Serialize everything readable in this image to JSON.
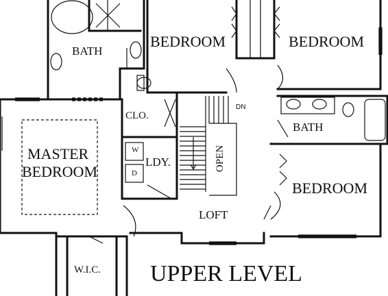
{
  "rooms": {
    "bath_top": "BATH",
    "bedroom_top_left": "BEDROOM",
    "bedroom_top_right": "BEDROOM",
    "closet": "CLO.",
    "master_line1": "MASTER",
    "master_line2": "BEDROOM",
    "washer": "W",
    "dryer": "D",
    "laundry": "LDY.",
    "stair_down": "DN",
    "open": "OPEN",
    "bath_right": "BATH",
    "bedroom_right": "BEDROOM",
    "loft": "LOFT",
    "wic": "W.I.C."
  },
  "title": "UPPER LEVEL",
  "colors": {
    "wall": "#111111",
    "background": "#ffffff"
  }
}
